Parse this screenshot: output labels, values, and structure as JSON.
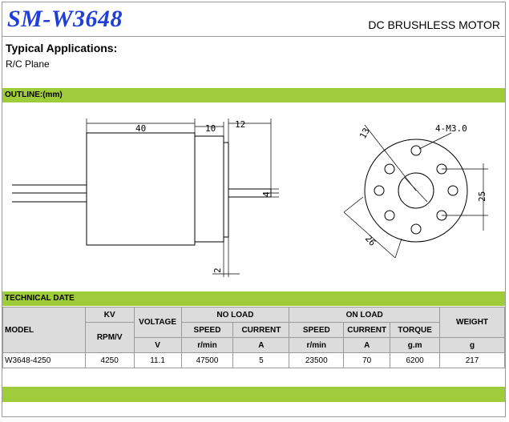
{
  "header": {
    "model_title": "SM-W3648",
    "product_type": "DC BRUSHLESS MOTOR"
  },
  "applications": {
    "label": "Typical Applications:",
    "value": "R/C Plane"
  },
  "outline": {
    "section_title": "OUTLINE:(mm)",
    "dims": {
      "body_length": "40",
      "flange_length": "10",
      "shaft_length": "12",
      "shaft_diameter": "4",
      "flange_thickness": "2",
      "hole_spec": "4-M3.0",
      "pcd": "13",
      "body_diameter": "26",
      "hole_span": "25"
    }
  },
  "technical": {
    "section_title": "TECHNICAL DATE",
    "headers": {
      "model": "MODEL",
      "kv": "KV",
      "kv_unit": "RPM/V",
      "voltage": "VOLTAGE",
      "voltage_unit": "V",
      "no_load": "NO LOAD",
      "on_load": "ON LOAD",
      "speed": "SPEED",
      "current": "CURRENT",
      "torque": "TORQUE",
      "weight": "WEIGHT",
      "speed_unit": "r/min",
      "current_unit": "A",
      "torque_unit": "g.m",
      "weight_unit": "g"
    },
    "rows": [
      {
        "model": "W3648-4250",
        "kv": "4250",
        "voltage": "11.1",
        "no_load_speed": "47500",
        "no_load_current": "5",
        "on_load_speed": "23500",
        "on_load_current": "70",
        "torque": "6200",
        "weight": "217"
      }
    ]
  }
}
